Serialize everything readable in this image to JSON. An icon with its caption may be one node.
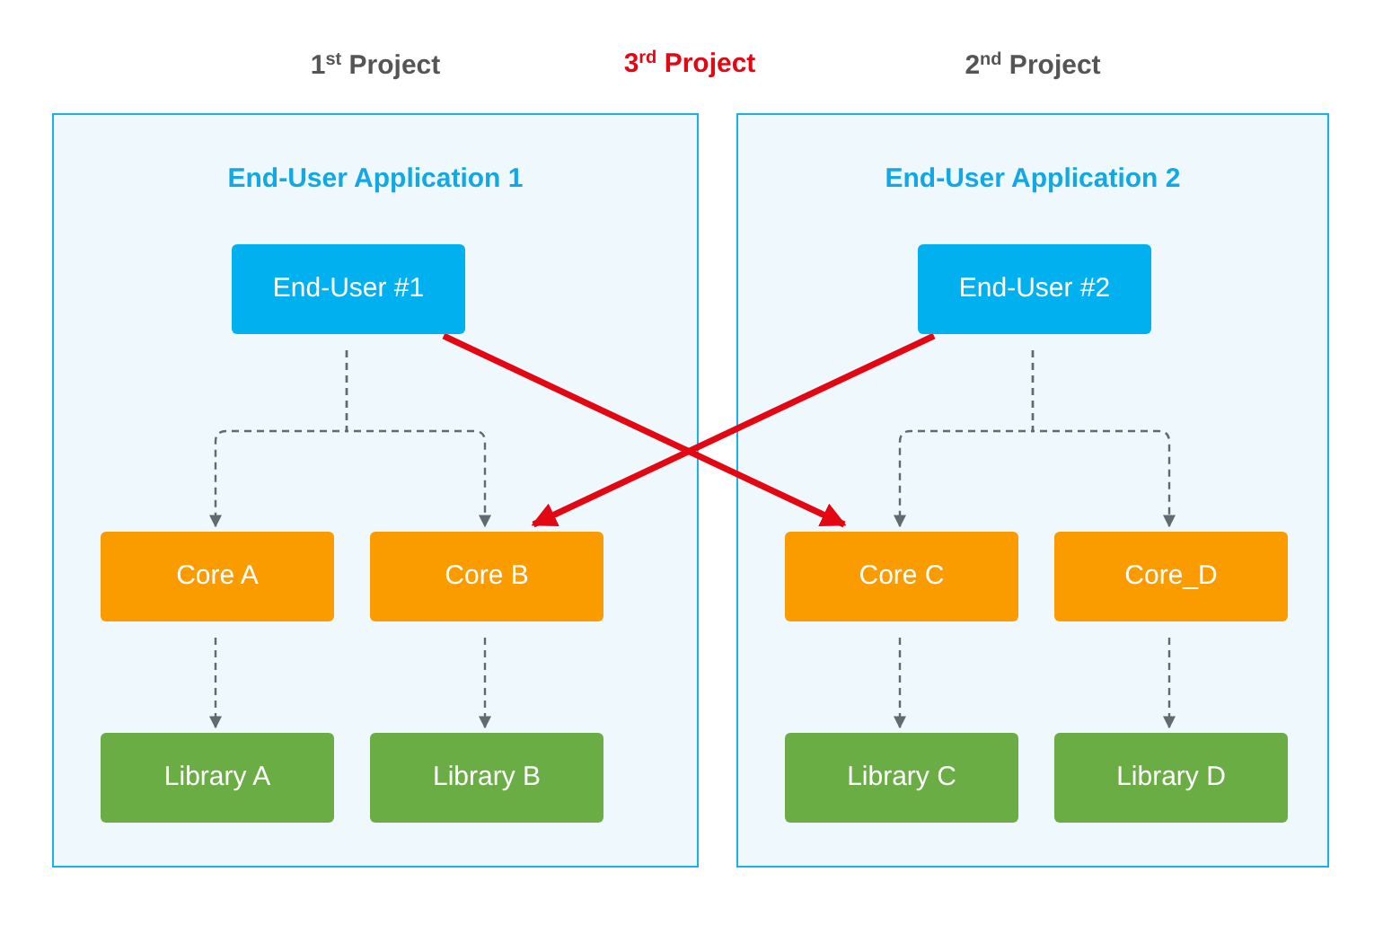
{
  "diagram": {
    "nodes": [
      {
        "text": [
          "End-User Application 1"
        ],
        "beside": [
          "1$^{st}$ Project"
        ]
      },
      {
        "text": [
          "End-User #1"
        ],
        "in": 0
      },
      {
        "text": [
          "Core A"
        ],
        "in": 0
      },
      {
        "text": [
          "Core B"
        ],
        "in": 0
      },
      {
        "text": [
          "Library A"
        ],
        "in": 0
      },
      {
        "text": [
          "Library B"
        ],
        "in": 0
      },
      {
        "text": [
          "End-User Application 2"
        ],
        "beside": [
          "2$^{nd}$ Project"
        ]
      },
      {
        "text": [
          "End-User #2"
        ],
        "in": 6
      },
      {
        "text": [
          "Core C"
        ],
        "in": 6
      },
      {
        "text": [
          "Core_D"
        ],
        "in": 6
      },
      {
        "text": [
          "Library C"
        ],
        "in": 6
      },
      {
        "text": [
          "Library D"
        ],
        "in": 6
      }
    ],
    "edges": [
      {
        "from": 1,
        "to": 2,
        "arrow": "to",
        "style": "dashed"
      },
      {
        "from": 1,
        "to": 3,
        "arrow": "to",
        "style": "dashed"
      },
      {
        "from": 2,
        "to": 4,
        "arrow": "to",
        "style": "dashed"
      },
      {
        "from": 3,
        "to": 5,
        "arrow": "to",
        "style": "dashed"
      },
      {
        "from": 7,
        "to": 8,
        "arrow": "to",
        "style": "dashed"
      },
      {
        "from": 7,
        "to": 9,
        "arrow": "to",
        "style": "dashed"
      },
      {
        "from": 8,
        "to": 10,
        "arrow": "to",
        "style": "dashed"
      },
      {
        "from": 9,
        "to": 11,
        "arrow": "to",
        "style": "dashed"
      },
      {
        "from": 1,
        "to": 8,
        "arrow": "to",
        "style": "thick",
        "color": "#e30613"
      },
      {
        "from": 7,
        "to": 3,
        "arrow": "to",
        "style": "thick",
        "color": "#e30613"
      }
    ],
    "labels": [
      "3$^{rd}$ Project"
    ]
  }
}
